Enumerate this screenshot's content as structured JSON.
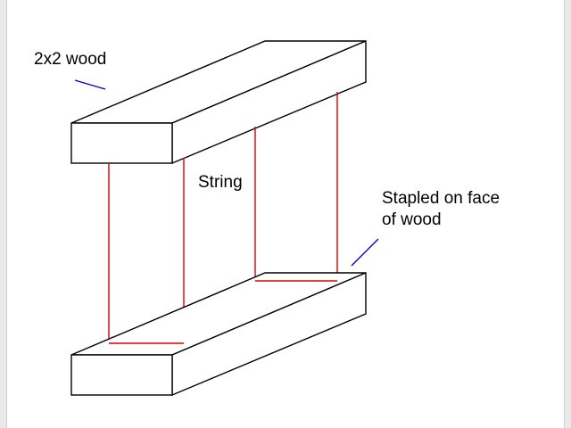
{
  "labels": {
    "wood": "2x2 wood",
    "string": "String",
    "staple_line1": "Stapled on face",
    "staple_line2": "of wood"
  },
  "colors": {
    "outline": "#000000",
    "string": "#e00000",
    "leader": "#0000cc",
    "background": "#ffffff"
  }
}
